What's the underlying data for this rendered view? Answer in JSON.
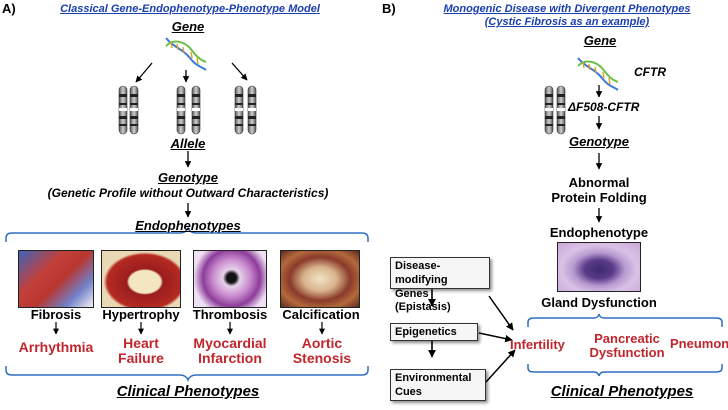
{
  "panel_a": {
    "letter": "A)",
    "title": "Classical Gene-Endophenotype-Phenotype Model",
    "gene": "Gene",
    "allele": "Allele",
    "genotype": "Genotype",
    "genotype_note": "(Genetic Profile without Outward Characteristics)",
    "endophenotypes": "Endophenotypes",
    "items": [
      {
        "label": "Fibrosis",
        "outcome": "Arrhythmia"
      },
      {
        "label": "Hypertrophy",
        "outcome": "Heart\nFailure"
      },
      {
        "label": "Thrombosis",
        "outcome": "Myocardial\nInfarction"
      },
      {
        "label": "Calcification",
        "outcome": "Aortic\nStenosis"
      }
    ],
    "clinical": "Clinical Phenotypes"
  },
  "panel_b": {
    "letter": "B)",
    "title_line1": "Monogenic Disease with Divergent Phenotypes",
    "title_line2": "(Cystic Fibrosis as an example)",
    "gene": "Gene",
    "gene_name": "CFTR",
    "mutation": "ΔF508-CFTR",
    "genotype": "Genotype",
    "abnormal": "Abnormal\nProtein Folding",
    "endophenotype": "Endophenotype",
    "gland": "Gland Dysfunction",
    "modifiers": [
      "Disease-modifying\nGenes (Epistasis)",
      "Epigenetics",
      "Environmental\nCues"
    ],
    "outcomes": [
      "Infertility",
      "Pancreatic\nDysfunction",
      "Pneumonia"
    ],
    "clinical": "Clinical Phenotypes"
  },
  "colors": {
    "title_blue": "#1a3fb0",
    "outcome_red": "#c0262d",
    "bracket_blue": "#2f6fc0"
  }
}
